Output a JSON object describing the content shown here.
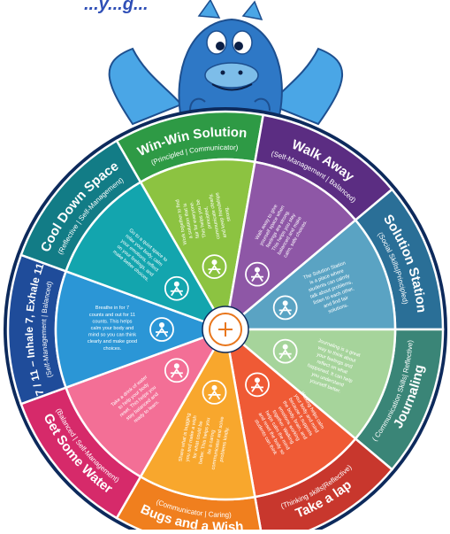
{
  "banner_text": "...y...g...",
  "colors": {
    "rim": "#0d2a5c",
    "hub": "#ffffff",
    "hub_icon": "#e8761c",
    "dragon_body": "#2e78c6",
    "dragon_wing": "#4aa6e6"
  },
  "segments": [
    {
      "title": "Win-Win Solution",
      "subtitle": "(Principled | Communicator)",
      "body": "Work together to find a solution that is fair for everyone. This helps you be principled, communicate clearly, and keep friendships strong.",
      "color": "#2e9a45",
      "inner": "#8cc341",
      "icon": "handshake-icon"
    },
    {
      "title": "Walk Away",
      "subtitle": "(Self-Management | Balanced)",
      "body": "Walk away to give yourself space when feelings are strong. This helps you stay balanced and make calm, safe choices.",
      "color": "#5b2d82",
      "inner": "#8e57a6",
      "icon": "walking-person-icon"
    },
    {
      "title": "Solution Station",
      "subtitle": "(Social Skills|Principled)",
      "body": "The Solution Station is a place where students can calmly talk about problems, listen to each other, and find fair solutions.",
      "color": "#2a6f97",
      "inner": "#5aa3c3",
      "icon": "chat-bubbles-icon"
    },
    {
      "title": "Journaling",
      "subtitle": "( Communication Skills| Reflective)",
      "body": "Journaling is a great way to think about your feelings and reflect on what happened. It can help you understand yourself better.",
      "color": "#3a8577",
      "inner": "#a6d49b",
      "icon": "journal-pen-icon"
    },
    {
      "title": "Take a lap",
      "subtitle": "(Thinking skills|Reflective)",
      "body": "Walking helps calm your body and mind because it supports the body, brain, and emotions working together. Walking helps calm the mind and reset the body so students can think clearly before responding.",
      "color": "#c8372d",
      "inner": "#ef5a35",
      "icon": "walking-lap-icon"
    },
    {
      "title": "Bugs and a Wish",
      "subtitle": "(Communicator | Caring)",
      "body": "Share what is bugging you and make a wish for what could be better. This helps you be a caring communicator and solve problems kindly.",
      "color": "#f07f1e",
      "inner": "#f8a72d",
      "icon": "bug-icon"
    },
    {
      "title": "Get Some Water",
      "subtitle": "(Balanced | Self-Management)",
      "body": "Take a drink of water to help your body reset. This helps you stay balanced and ready to learn.",
      "color": "#d62a6a",
      "inner": "#f36f96",
      "icon": "water-glass-icon"
    },
    {
      "title": "7 / 11 – Inhale 7, Exhale 11",
      "subtitle": "(Self-Management | Balanced)",
      "body": "Breathe in for 7 counts and out for 11 counts. This helps calm your body and mind so you can think clearly and make good choices.",
      "color": "#1f4c9a",
      "inner": "#2b96d6",
      "icon": "breathing-head-icon"
    },
    {
      "title": "Cool Down Space",
      "subtitle": "(Reflective | Self-Management)",
      "body": "Go to a quiet space to relax your body, calm your emotions, reflect on your feelings, and make better choices.",
      "color": "#127c86",
      "inner": "#13a5ae",
      "icon": "meditation-person-icon"
    }
  ]
}
